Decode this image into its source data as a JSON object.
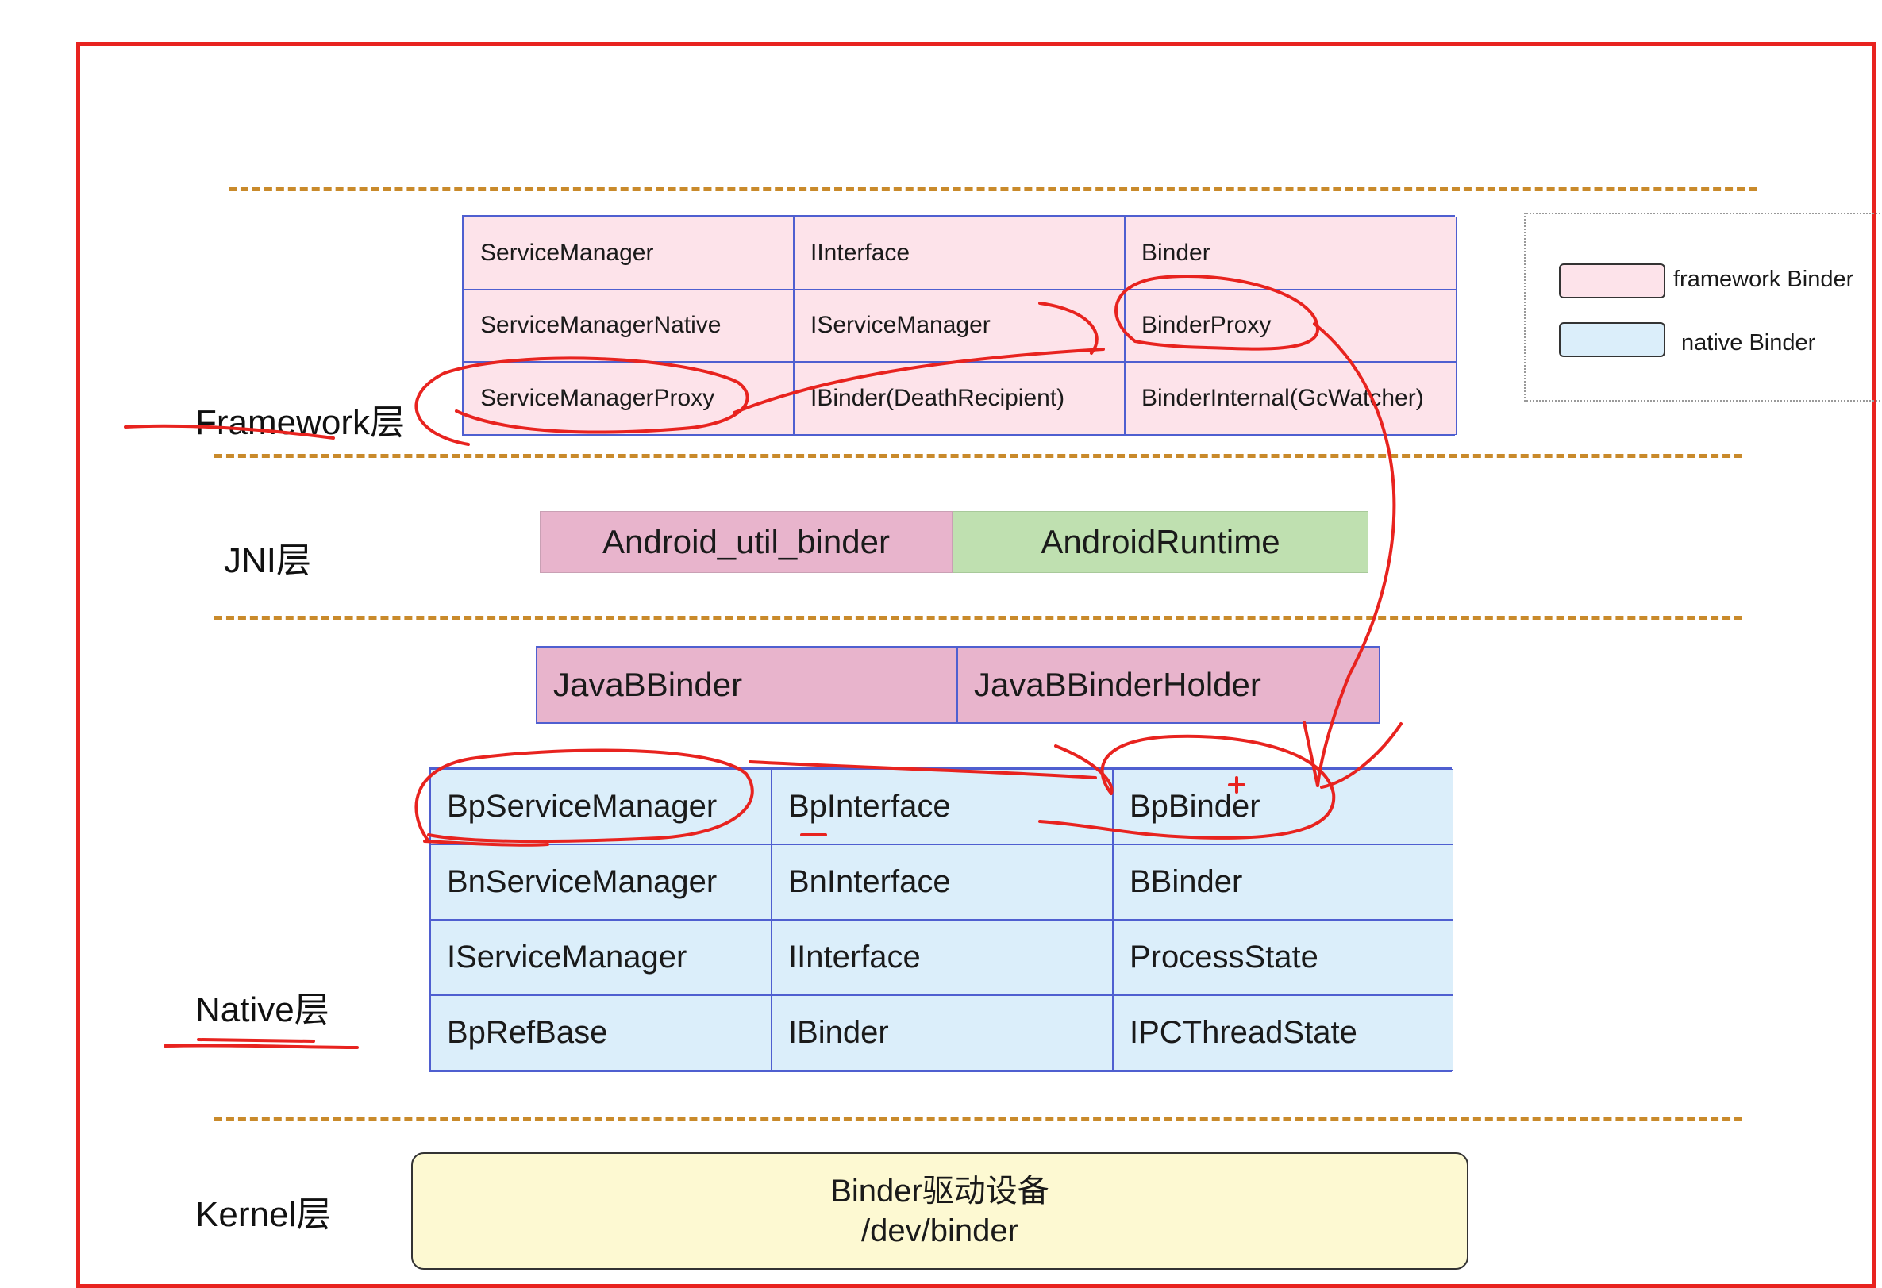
{
  "layers": {
    "framework": "Framework层",
    "jni": "JNI层",
    "native": "Native层",
    "kernel": "Kernel层"
  },
  "framework_table": {
    "rows": [
      [
        "ServiceManager",
        "IInterface",
        "Binder"
      ],
      [
        "ServiceManagerNative",
        "IServiceManager",
        "BinderProxy"
      ],
      [
        "ServiceManagerProxy",
        "IBinder(DeathRecipient)",
        "BinderInternal(GcWatcher)"
      ]
    ]
  },
  "jni_band": [
    "Android_util_binder",
    "AndroidRuntime"
  ],
  "java_band": [
    "JavaBBinder",
    "JavaBBinderHolder"
  ],
  "native_table": {
    "rows": [
      [
        "BpServiceManager",
        "BpInterface",
        "BpBinder"
      ],
      [
        "BnServiceManager",
        "BnInterface",
        "BBinder"
      ],
      [
        "IServiceManager",
        "IInterface",
        "ProcessState"
      ],
      [
        "BpRefBase",
        "IBinder",
        "IPCThreadState"
      ]
    ]
  },
  "kernel_box": {
    "line1": "Binder驱动设备",
    "line2": "/dev/binder"
  },
  "legend": {
    "framework": "framework Binder",
    "native": "native Binder"
  },
  "colors": {
    "frame": "#e8231f",
    "dash": "#c98a2b",
    "framework_fill": "#fde3ea",
    "native_fill": "#dbeefa",
    "jni_pink": "#e8b4cc",
    "jni_green": "#bfe0b0",
    "kernel_fill": "#fdf9d2",
    "annotation_ink": "#e8231f"
  }
}
